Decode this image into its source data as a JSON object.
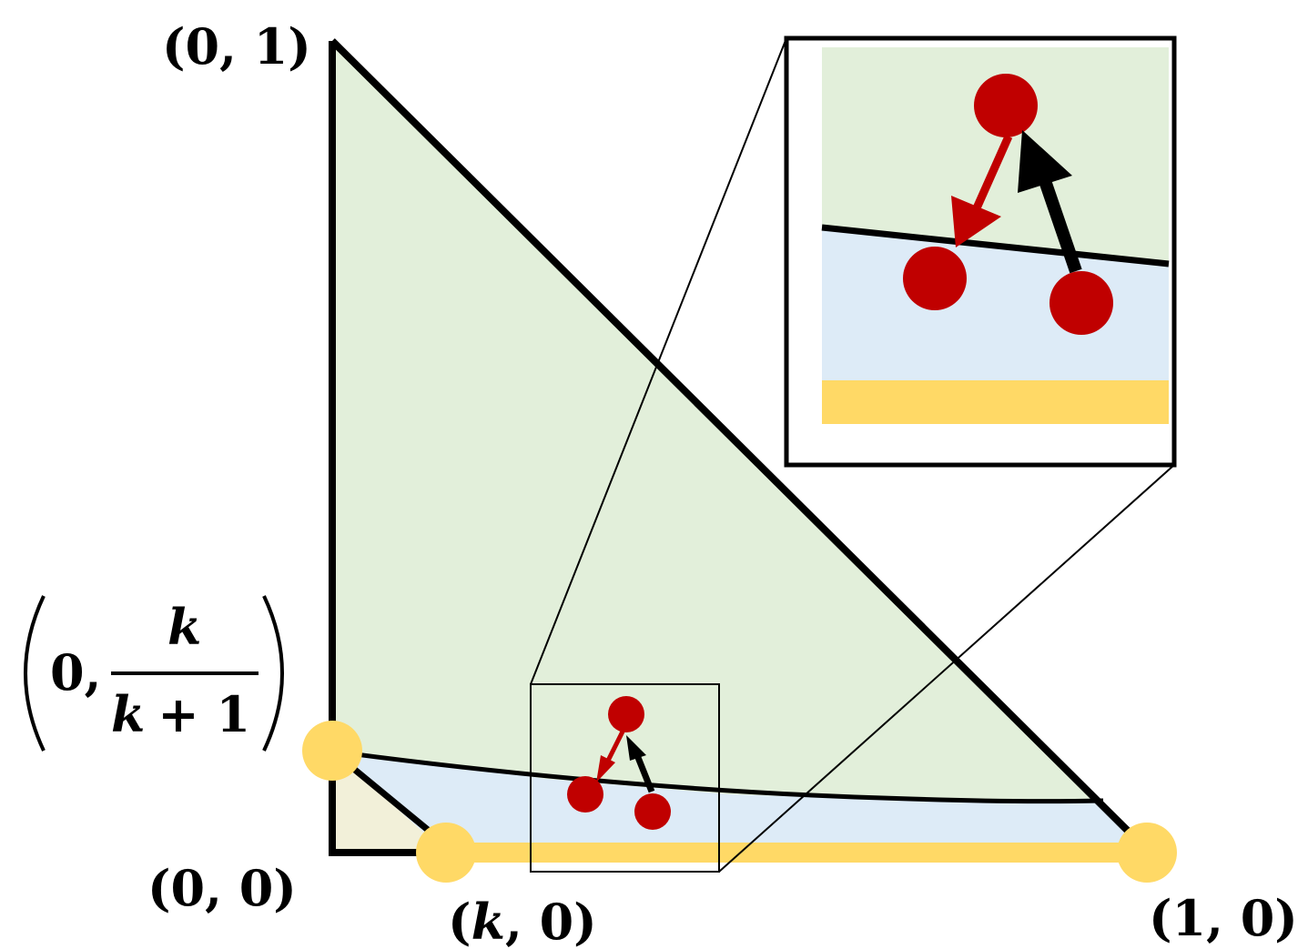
{
  "labels": {
    "top": "(0, 1)",
    "origin": "(0, 0)",
    "k_zero_open": "(",
    "k_zero_k": "k",
    "k_zero_close": ", 0)",
    "one_zero": "(1, 0)",
    "left_zero": "0,",
    "left_frac_num": "k",
    "left_frac_den_k": "k",
    "left_frac_den_rest": "+ 1"
  },
  "colors": {
    "green_region": "#e2efda",
    "blue_region": "#ddebf7",
    "tan_region": "#f2f0d9",
    "yellow_edge": "#ffd966",
    "red_point": "#c00000",
    "outline": "#000000"
  }
}
